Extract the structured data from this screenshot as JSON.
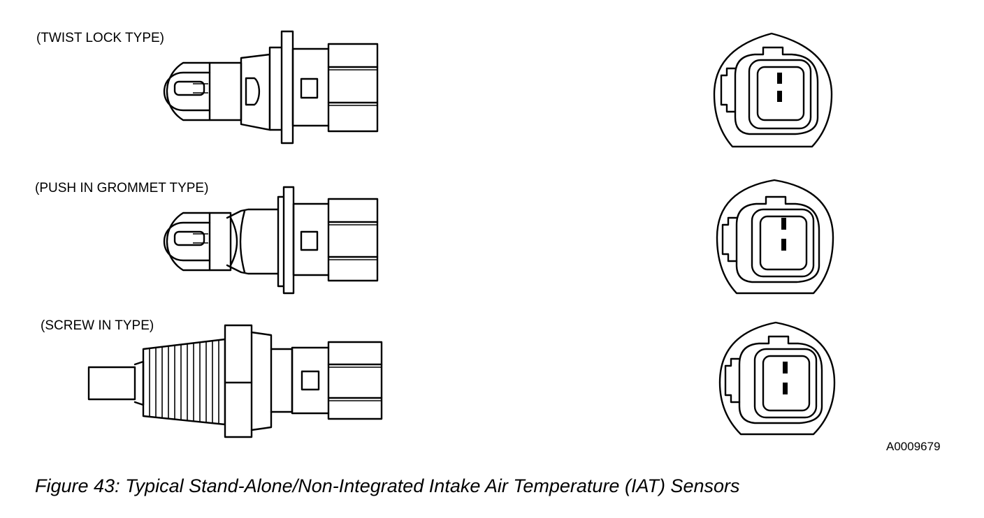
{
  "sensors": [
    {
      "type_label": "(TWIST LOCK TYPE)"
    },
    {
      "type_label": "(PUSH IN GROMMET TYPE)"
    },
    {
      "type_label": "(SCREW IN TYPE)"
    }
  ],
  "figure_code": "A0009679",
  "caption": "Figure 43: Typical Stand-Alone/Non-Integrated Intake Air Temperature (IAT) Sensors",
  "colors": {
    "ink": "#000000",
    "paper": "#ffffff"
  }
}
